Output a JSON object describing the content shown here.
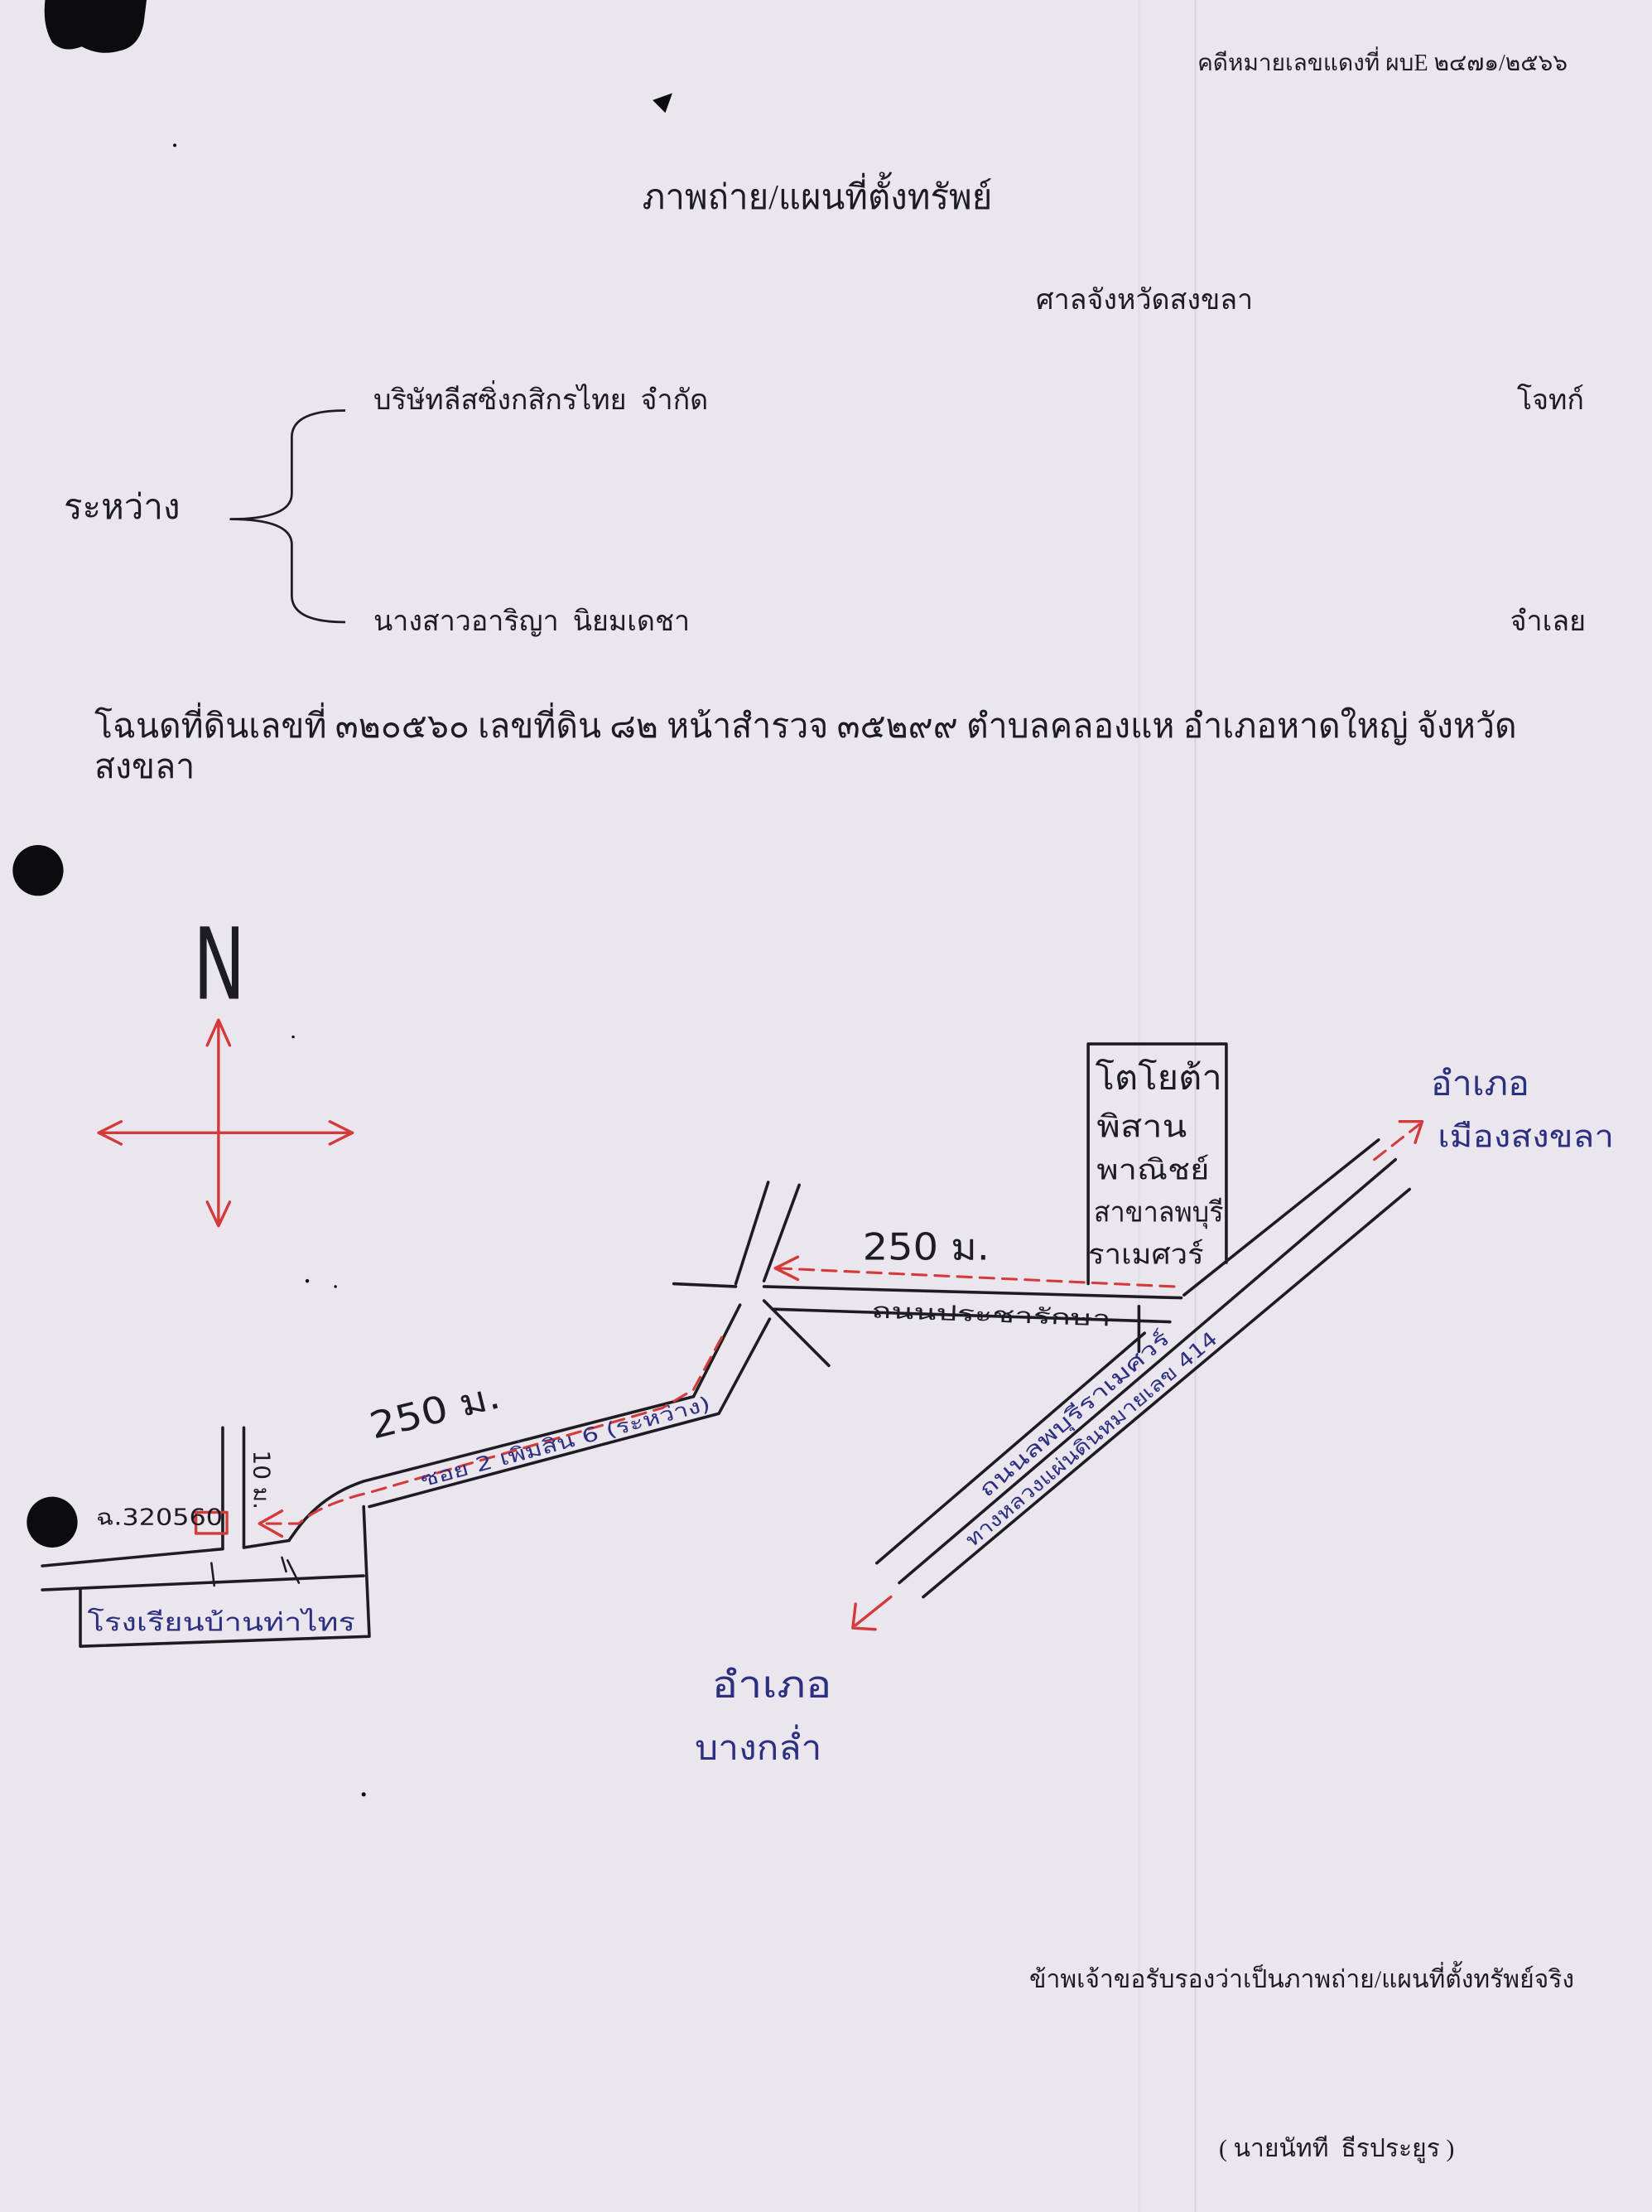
{
  "document": {
    "case_number": "คดีหมายเลขแดงที่ ผบE ๒๔๗๑/๒๕๖๖",
    "title": "ภาพถ่าย/แผนที่ตั้งทรัพย์",
    "court": "ศาลจังหวัดสงขลา",
    "between_label": "ระหว่าง",
    "plaintiff": {
      "name": "บริษัทลีสซิ่งกสิกรไทย  จำกัด",
      "role": "โจทก์"
    },
    "defendant": {
      "name": "นางสาวอาริญา  นิยมเดชา",
      "role": "จำเลย"
    },
    "deed_line": "โฉนดที่ดินเลขที่ ๓๒๐๕๖๐ เลขที่ดิน ๘๒ หน้าสำรวจ ๓๕๒๙๙ ตำบลคลองแห อำเภอหาดใหญ่ จังหวัดสงขลา",
    "certification": "ข้าพเจ้าขอรับรองว่าเป็นภาพถ่าย/แผนที่ตั้งทรัพย์จริง",
    "signer": "( นายนัทที  ธีรประยูร )"
  },
  "map": {
    "north_label": "N",
    "district_north": {
      "line1": "อำเภอ",
      "line2": "เมืองสงขลา"
    },
    "district_south": {
      "line1": "อำเภอ",
      "line2": "บางกล่ำ"
    },
    "distance_upper": "250 ม.",
    "distance_lower": "250 ม.",
    "distance_branch": "10 ม.",
    "parcel_label": "ฉ.320560",
    "school_label": "โรงเรียนบ้านท่าไทร",
    "landmark_lines": [
      "โตโยต้า",
      "พิสาน",
      "พาณิชย์",
      "สาขาลพบุรี",
      "ราเมศวร์"
    ],
    "road_upper": "ถนนประชารักษา",
    "road_lower": "ซอย 2 เพิ่มสิน 6 (ระหว่าง)",
    "main_road_line1": "ถนนลพบุรีราเมศวร์",
    "main_road_line2": "ทางหลวงแผ่นดินหมายเลข 414"
  },
  "colors": {
    "paper": "#ebe5ee",
    "ink": "#1d1c22",
    "pen_blue": "#2c3080",
    "route_red": "#d33a3a"
  }
}
